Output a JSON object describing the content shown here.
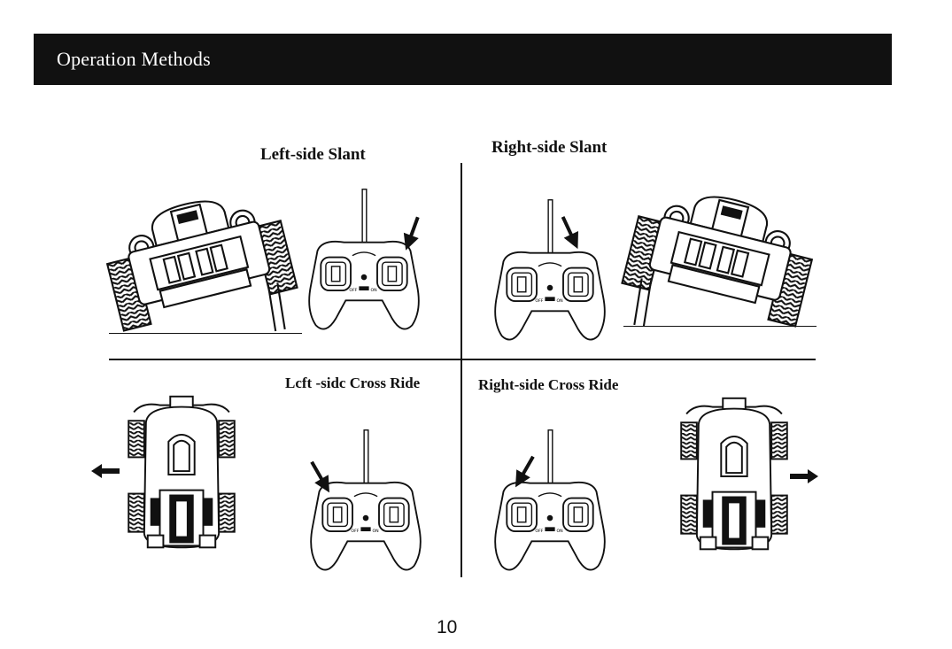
{
  "header": {
    "title": "Operation Methods"
  },
  "sections": {
    "left_slant": "Left-side Slant",
    "right_slant": "Right-side Slant",
    "left_cross": "Lcft -sidc Cross Ride",
    "right_cross": "Right-side Cross Ride"
  },
  "remote": {
    "switch_off": "OFF",
    "switch_on": "ON"
  },
  "page_number": "10",
  "colors": {
    "header_bg": "#111111",
    "header_text": "#ffffff",
    "ink": "#111111"
  }
}
